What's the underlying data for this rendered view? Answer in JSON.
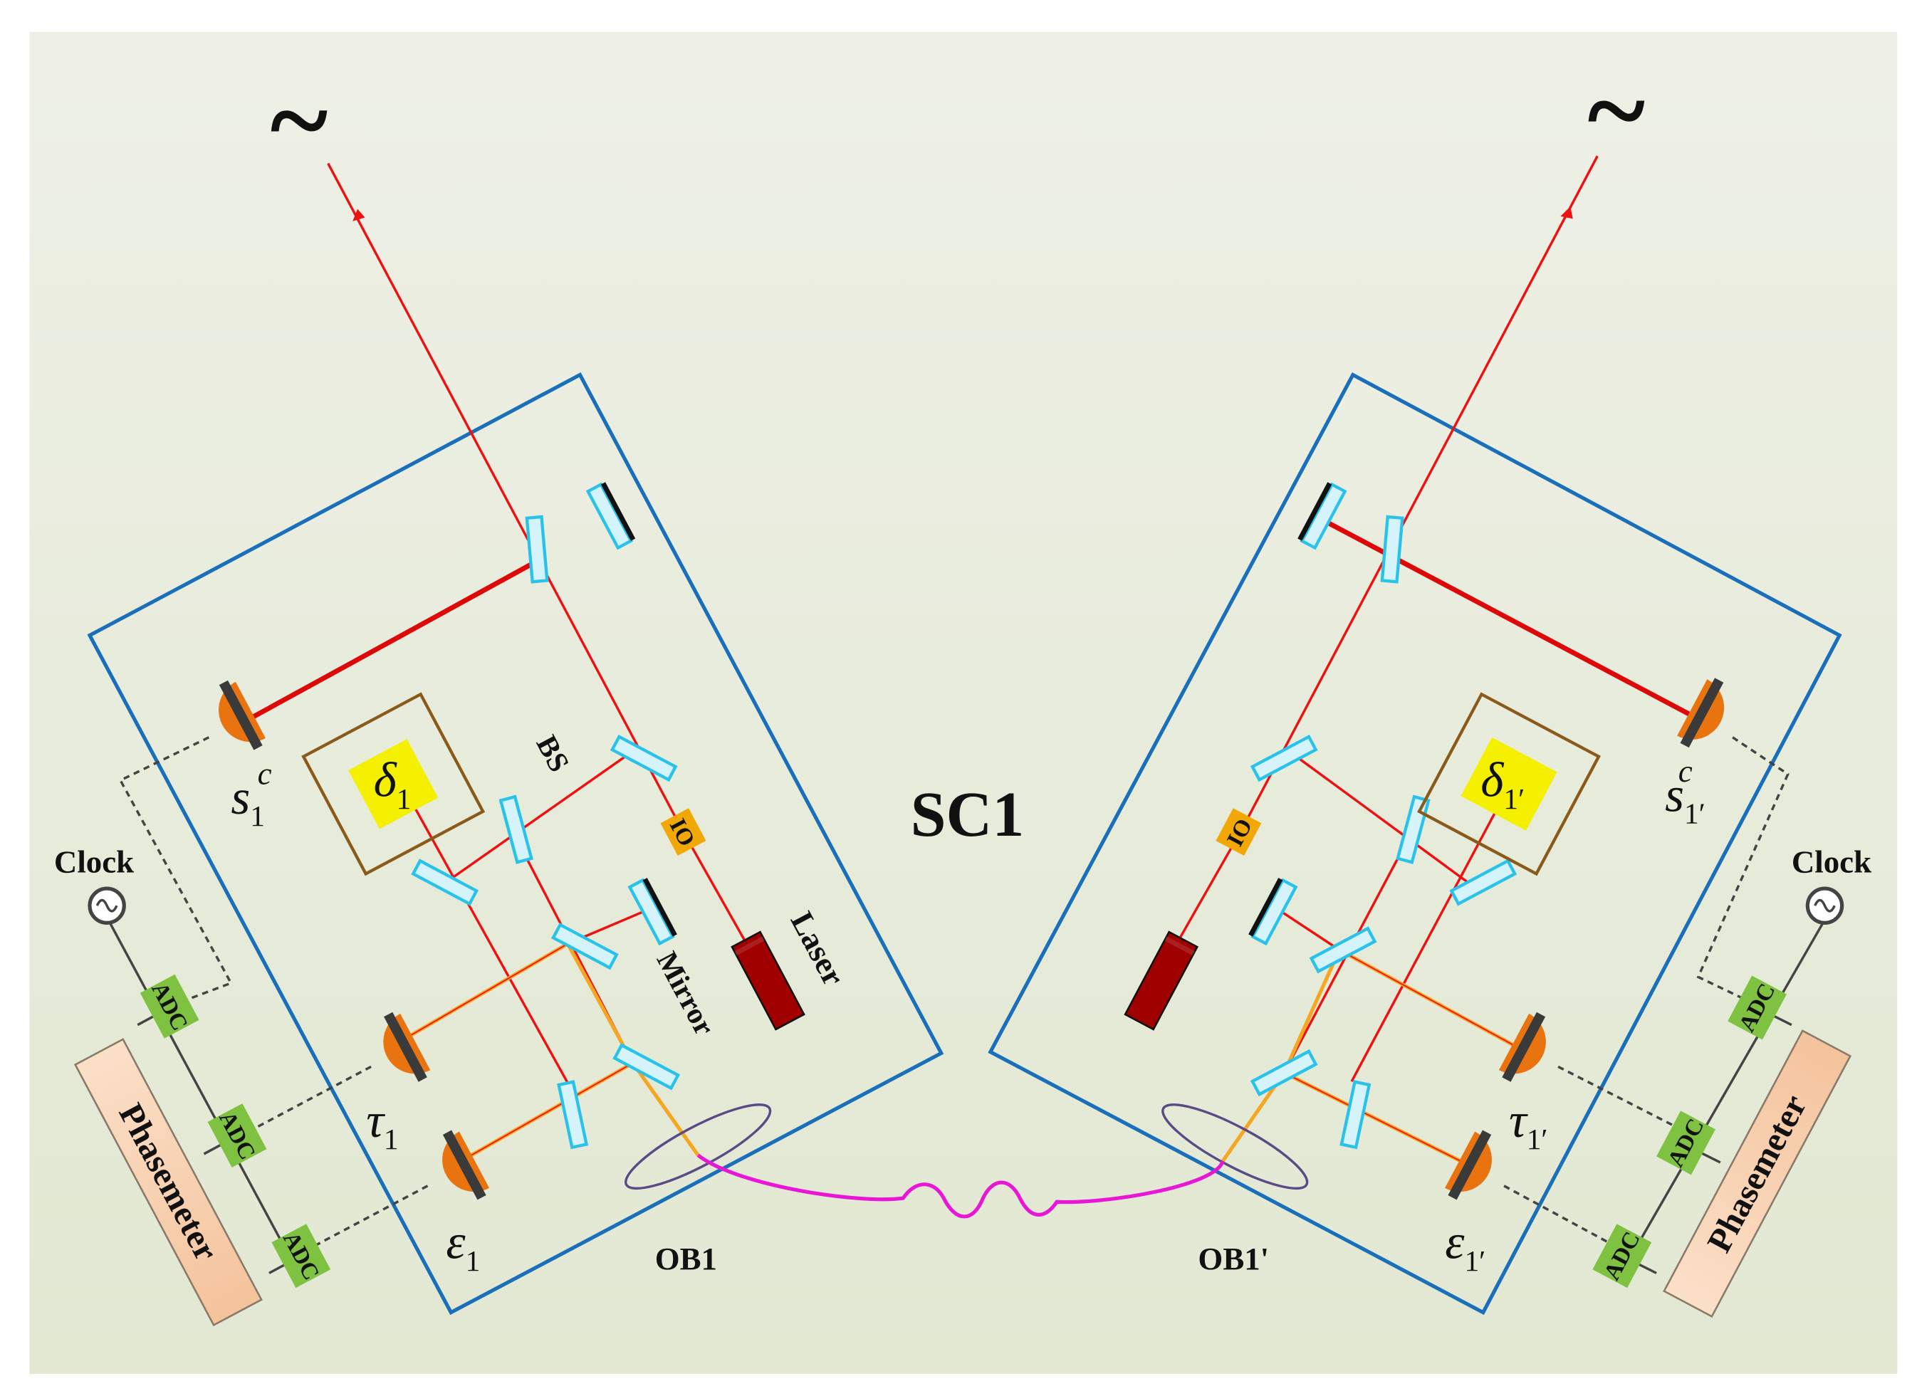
{
  "title": "SC1",
  "colors": {
    "background_top": "#eef0e6",
    "background_bottom": "#e2e8d2",
    "bench_outline": "#1a6fba",
    "laser_beam": "#ee1111",
    "orange_beam": "#f5a623",
    "fiber": "#e817d6",
    "optic_fill": "#d4f3fb",
    "optic_stroke": "#29c2ea",
    "detector": "#e8730f",
    "laser_body": "#a00000",
    "io": "#f2a804",
    "adc": "#7fc241",
    "phasemeter": "#f8cfae",
    "delta_box": "#8a5a1a",
    "delta_fill": "#f4f000"
  },
  "left": {
    "bench_label": "OB1",
    "bs_label": "BS",
    "mirror_label": "Mirror",
    "laser_label": "Laser",
    "io_label": "IO",
    "clock_label": "Clock",
    "phasemeter_label": "Phasemeter",
    "adc_labels": [
      "ADC",
      "ADC",
      "ADC"
    ],
    "delta": {
      "base": "δ",
      "sub": "1"
    },
    "sc": {
      "base": "s",
      "sub": "1",
      "sup": "c"
    },
    "tau": {
      "base": "τ",
      "sub": "1"
    },
    "eps": {
      "base": "ε",
      "sub": "1"
    },
    "tilde": "~"
  },
  "right": {
    "bench_label": "OB1'",
    "io_label": "IO",
    "clock_label": "Clock",
    "phasemeter_label": "Phasemeter",
    "adc_labels": [
      "ADC",
      "ADC",
      "ADC"
    ],
    "delta": {
      "base": "δ",
      "sub": "1′"
    },
    "sc": {
      "base": "s",
      "sub": "1′",
      "sup": "c"
    },
    "tau": {
      "base": "τ",
      "sub": "1′"
    },
    "eps": {
      "base": "ε",
      "sub": "1′"
    },
    "tilde": "~"
  }
}
